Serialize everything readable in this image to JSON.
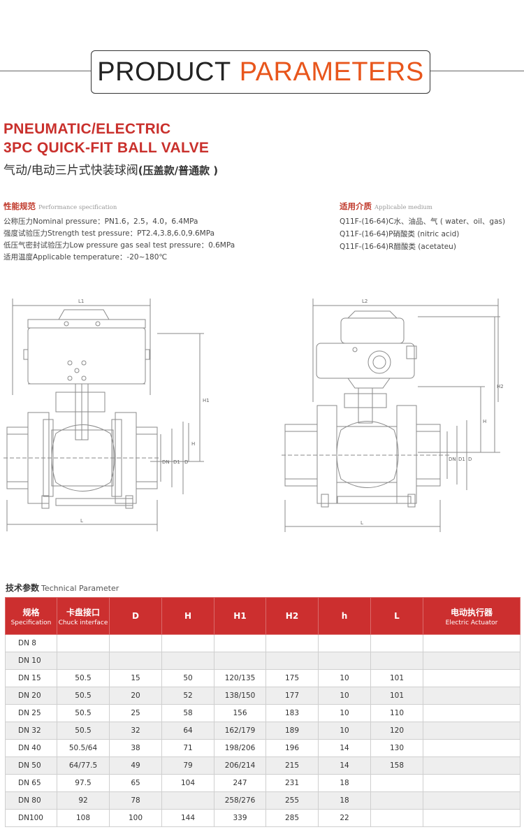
{
  "header": {
    "title_black": "PRODUCT",
    "title_red": "PARAMETERS"
  },
  "product": {
    "title_line1": "PNEUMATIC/ELECTRIC",
    "title_line2": "3PC QUICK-FIT BALL VALVE",
    "title_cn": "气动/电动三片式快装球阀",
    "title_cn_sub": "(压盖款/普通款 )"
  },
  "performance": {
    "heading_cn": "性能规范",
    "heading_en": "Performance specification",
    "lines": [
      "公称压力Nominal pressure：PN1.6，2.5，4.0，6.4MPa",
      "强度试验压力Strength test pressure：PT2.4,3.8,6.0,9.6MPa",
      "低压气密封试验压力Low pressure gas seal test pressure：0.6MPa",
      "适用温度Applicable temperature：-20~180℃"
    ]
  },
  "medium": {
    "heading_cn": "适用介质",
    "heading_en": "Applicable medium",
    "lines": [
      "Q11F-(16-64)C水、油品、气 ( water、oil、gas)",
      "Q11F-(16-64)P硝酸类 (nitric acid)",
      "Q11F-(16-64)R醋酸类 (acetateu)"
    ]
  },
  "drawings": {
    "pneumatic": {
      "L1": "L1",
      "H1": "H1",
      "H": "H",
      "DN": "DN",
      "D1": "D1",
      "D": "D",
      "L": "L"
    },
    "electric": {
      "L2": "L2",
      "H2": "H2",
      "H": "H",
      "DN": "DN",
      "D1": "D1",
      "D": "D",
      "L": "L"
    }
  },
  "tech_param": {
    "heading_cn": "技术参数",
    "heading_en": "Technical Parameter",
    "columns": [
      {
        "label": "规格",
        "sub": "Specification"
      },
      {
        "label": "卡盘接口",
        "sub": "Chuck interface"
      },
      {
        "label": "D",
        "sub": ""
      },
      {
        "label": "H",
        "sub": ""
      },
      {
        "label": "H1",
        "sub": ""
      },
      {
        "label": "H2",
        "sub": ""
      },
      {
        "label": "h",
        "sub": ""
      },
      {
        "label": "L",
        "sub": ""
      },
      {
        "label": "电动执行器",
        "sub": "Electric Actuator"
      }
    ],
    "rows": [
      [
        "DN 8",
        "",
        "",
        "",
        "",
        "",
        "",
        "",
        ""
      ],
      [
        "DN 10",
        "",
        "",
        "",
        "",
        "",
        "",
        "",
        ""
      ],
      [
        "DN 15",
        "50.5",
        "15",
        "50",
        "120/135",
        "175",
        "10",
        "101",
        ""
      ],
      [
        "DN 20",
        "50.5",
        "20",
        "52",
        "138/150",
        "177",
        "10",
        "101",
        ""
      ],
      [
        "DN 25",
        "50.5",
        "25",
        "58",
        "156",
        "183",
        "10",
        "110",
        ""
      ],
      [
        "DN 32",
        "50.5",
        "32",
        "64",
        "162/179",
        "189",
        "10",
        "120",
        ""
      ],
      [
        "DN 40",
        "50.5/64",
        "38",
        "71",
        "198/206",
        "196",
        "14",
        "130",
        ""
      ],
      [
        "DN 50",
        "64/77.5",
        "49",
        "79",
        "206/214",
        "215",
        "14",
        "158",
        ""
      ],
      [
        "DN 65",
        "97.5",
        "65",
        "104",
        "247",
        "231",
        "18",
        "",
        ""
      ],
      [
        "DN 80",
        "92",
        "78",
        "",
        "258/276",
        "255",
        "18",
        "",
        ""
      ],
      [
        "DN100",
        "108",
        "100",
        "144",
        "339",
        "285",
        "22",
        "",
        ""
      ]
    ]
  }
}
